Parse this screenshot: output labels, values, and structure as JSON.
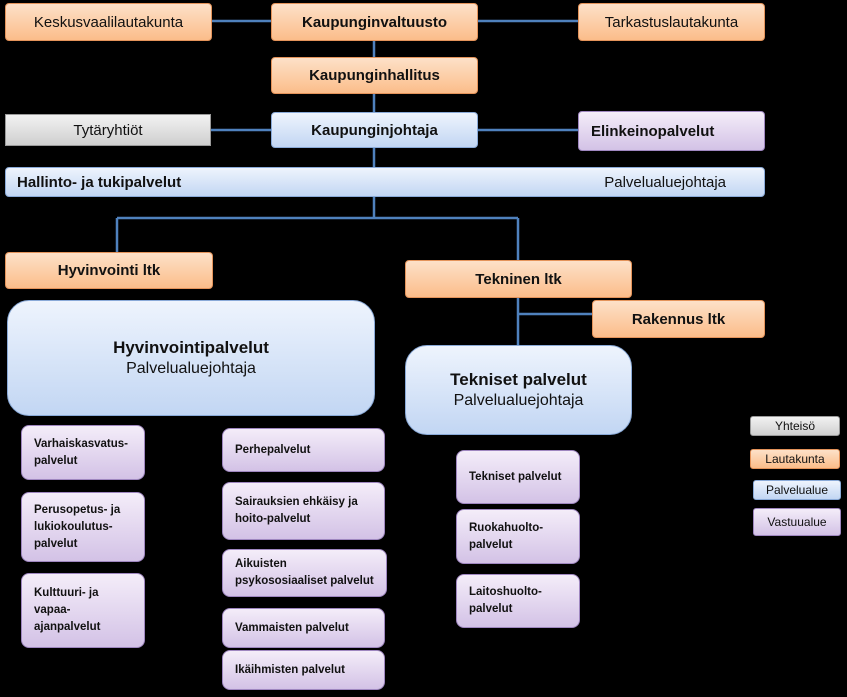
{
  "top": {
    "election_board": "Keskusvaalilautakunta",
    "council": "Kaupunginvaltuusto",
    "audit_board": "Tarkastuslautakunta"
  },
  "city_board": "Kaupunginhallitus",
  "subsidiaries": "Tytäryhtiöt",
  "mayor": "Kaupunginjohtaja",
  "business_services": "Elinkeinopalvelut",
  "admin_bar": {
    "label": "Hallinto- ja tukipalvelut",
    "role": "Palvelualuejohtaja"
  },
  "welfare": {
    "board": "Hyvinvointi ltk",
    "title": "Hyvinvointipalvelut",
    "role": "Palvelualuejohtaja",
    "left_units": [
      [
        "Varhaiskasvatus-",
        "palvelut"
      ],
      [
        "Perusopetus- ja",
        "lukiokoulutus-",
        "palvelut"
      ],
      [
        "Kulttuuri- ja",
        "vapaa-",
        "ajanpalvelut"
      ]
    ],
    "right_units": [
      [
        "Perhepalvelut"
      ],
      [
        "Sairauksien ehkäisy ja",
        "hoito-palvelut"
      ],
      [
        "Aikuisten",
        "psykososiaaliset palvelut"
      ],
      [
        "Vammaisten palvelut"
      ],
      [
        "Ikäihmisten palvelut"
      ]
    ]
  },
  "technical": {
    "board": "Tekninen ltk",
    "building_board": "Rakennus ltk",
    "title": "Tekniset palvelut",
    "role": "Palvelualuejohtaja",
    "units": [
      [
        "Tekniset palvelut"
      ],
      [
        "Ruokahuolto-",
        "palvelut"
      ],
      [
        "Laitoshuolto-",
        "palvelut"
      ]
    ]
  },
  "legend": {
    "community": "Yhteisö",
    "board": "Lautakunta",
    "service_area": "Palvelualue",
    "responsibility_area": "Vastuualue"
  },
  "colors": {
    "board": "#fbbd8a",
    "service_area": "#c2d6f3",
    "responsibility_area": "#d3c2e6",
    "community": "#cfcfcf",
    "connector": "#4f81bd",
    "background": "#000000"
  }
}
